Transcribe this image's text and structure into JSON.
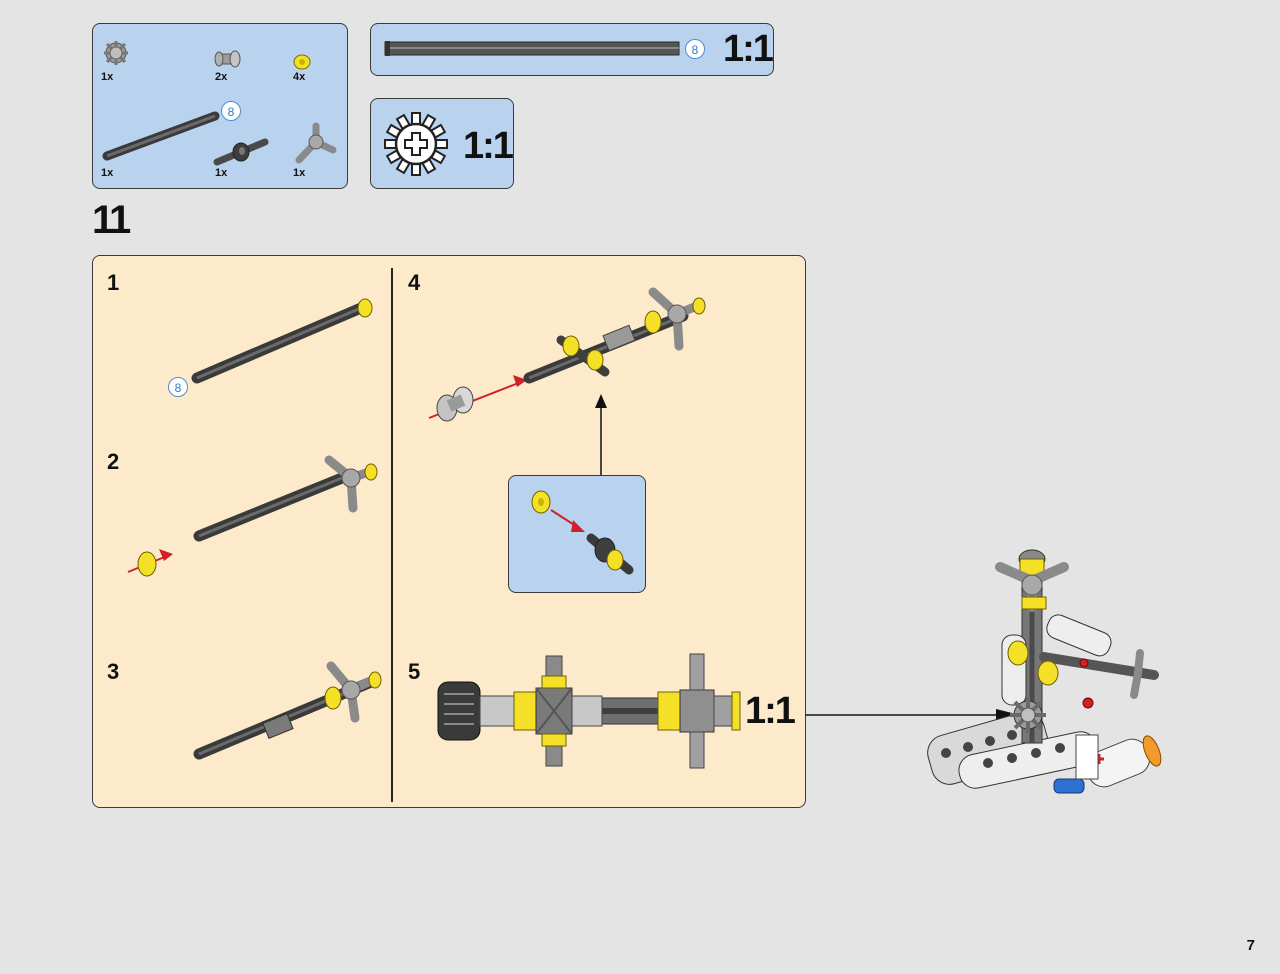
{
  "parts_list": {
    "items": [
      {
        "name": "gear",
        "qty": "1x"
      },
      {
        "name": "bush",
        "qty": "2x"
      },
      {
        "name": "half-bush",
        "qty": "4x"
      },
      {
        "name": "axle",
        "qty": "1x",
        "length": "8"
      },
      {
        "name": "axle-connector",
        "qty": "1x"
      },
      {
        "name": "cross-connector",
        "qty": "1x"
      }
    ]
  },
  "scale_axle": {
    "length": "8",
    "scale": "1:1"
  },
  "scale_gear": {
    "scale": "1:1"
  },
  "step": {
    "number": "11"
  },
  "substeps": [
    {
      "number": "1",
      "axle_length": "8"
    },
    {
      "number": "2"
    },
    {
      "number": "3"
    },
    {
      "number": "4"
    },
    {
      "number": "5",
      "scale": "1:1"
    }
  ],
  "page": {
    "number": "7"
  },
  "colors": {
    "panel_blue": "#b9d3ee",
    "panel_cream": "#fdeacb",
    "axle_gray": "#4a4a4a",
    "yellow": "#f5e028",
    "arrow_red": "#d0202a"
  }
}
